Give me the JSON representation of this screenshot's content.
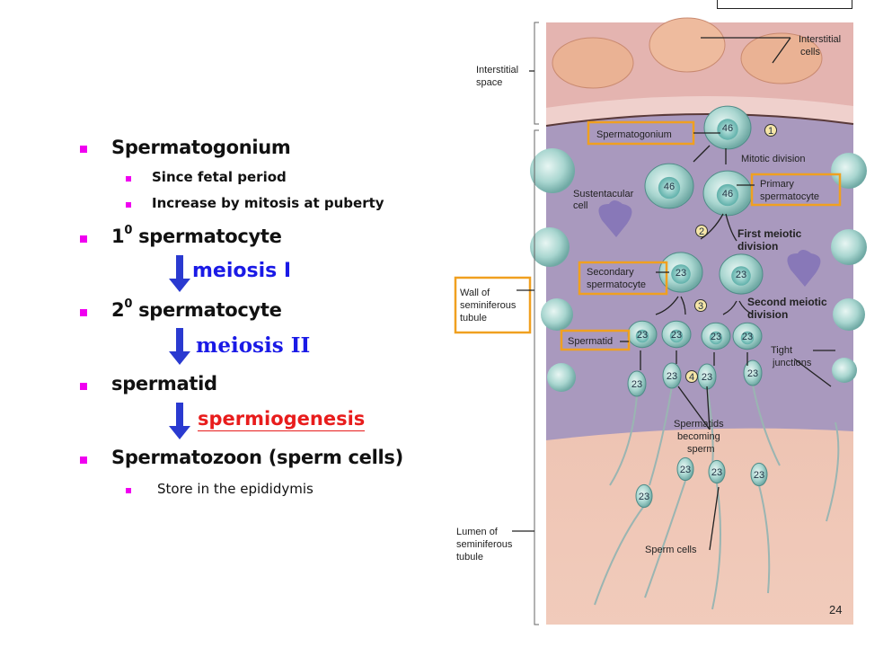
{
  "slide": {
    "page_number": "24",
    "bullets": [
      {
        "label": "Spermatogonium",
        "sub": [
          "Since fetal period",
          "Increase by mitosis at puberty"
        ]
      },
      {
        "label_prefix": "1",
        "label_sup": "0",
        "label": " spermatocyte"
      },
      {
        "label_prefix": "2",
        "label_sup": "0",
        "label": " spermatocyte"
      },
      {
        "label": "spermatid"
      },
      {
        "label": "Spermatozoon (sperm cells)",
        "sub": [
          "Store in the epididymis"
        ]
      }
    ],
    "transitions": [
      "meiosis I",
      "meiosis II",
      "spermiogenesis"
    ]
  },
  "figure": {
    "labels": {
      "interstitial_cells": [
        "Interstitial",
        "cells"
      ],
      "interstitial_space": [
        "Interstitial",
        "space"
      ],
      "spermatogonium": "Spermatogonium",
      "mitotic_division": "Mitotic division",
      "primary_spermatocyte": [
        "Primary",
        "spermatocyte"
      ],
      "sustentacular_cell": [
        "Sustentacular",
        "cell"
      ],
      "first_meiotic_division": [
        "First meiotic",
        "division"
      ],
      "secondary_spermatocyte": [
        "Secondary",
        "spermatocyte"
      ],
      "wall": [
        "Wall of",
        "seminiferous",
        "tubule"
      ],
      "second_meiotic_division": [
        "Second meiotic",
        "division"
      ],
      "spermatid": "Spermatid",
      "tight_junctions": [
        "Tight",
        "junctions"
      ],
      "spermatids_becoming_sperm": [
        "Spermatids",
        "becoming",
        "sperm"
      ],
      "sperm_cells": "Sperm cells",
      "lumen": [
        "Lumen of",
        "seminiferous",
        "tubule"
      ]
    },
    "steps": [
      "1",
      "2",
      "3",
      "4"
    ],
    "chromosome_counts": {
      "diploid": "46",
      "haploid": "23"
    },
    "colors": {
      "highlight_box": "#f0a020",
      "bullet": "#f000f0",
      "meiosis": "#1a1ae6",
      "spermiogenesis": "#e81c1c"
    }
  }
}
